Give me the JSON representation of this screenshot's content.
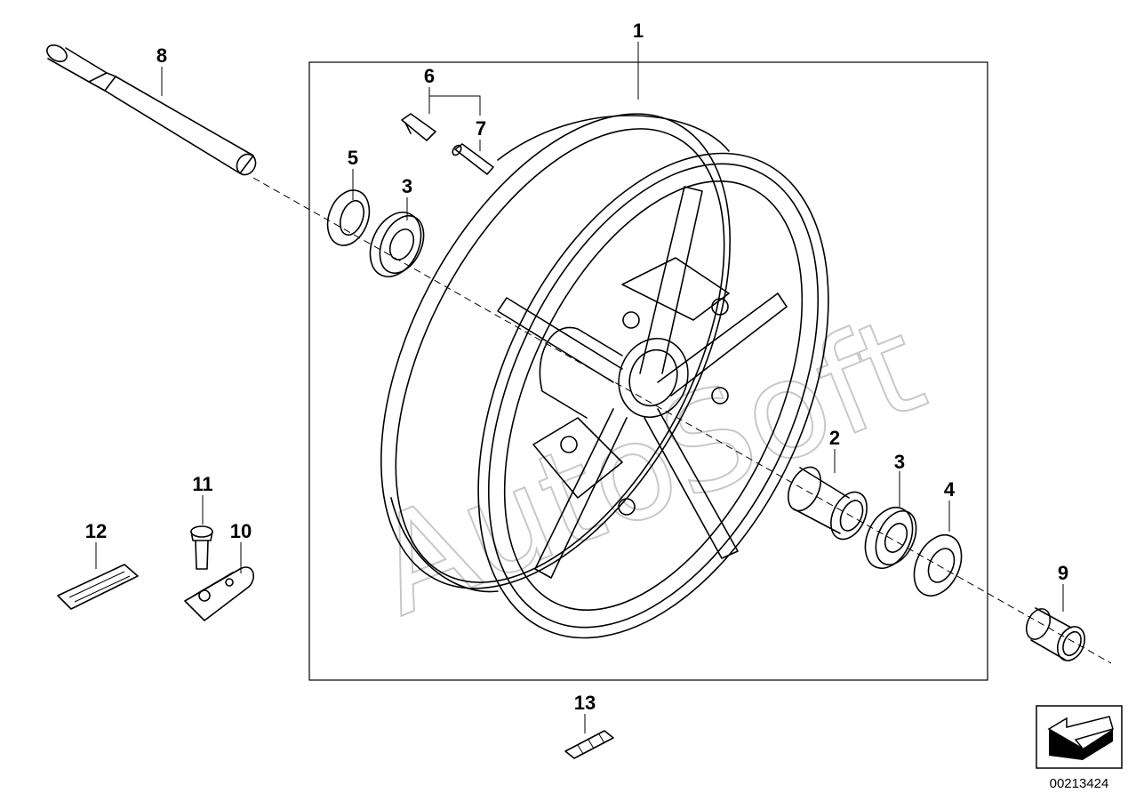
{
  "watermark": "AutoSoft",
  "document_number": "00213424",
  "callouts": {
    "wheel": "1",
    "spacer": "2",
    "bearing_left": "3",
    "bearing_right": "3",
    "washer": "4",
    "seal": "5",
    "valve_metal": "6",
    "valve_rubber": "7",
    "axle": "8",
    "spacer_bush": "9",
    "sensor_bracket": "10",
    "screw": "11",
    "balance_weight": "12",
    "weight_strip": "13"
  },
  "icons": {
    "orientation": "direction-arrow-icon"
  }
}
